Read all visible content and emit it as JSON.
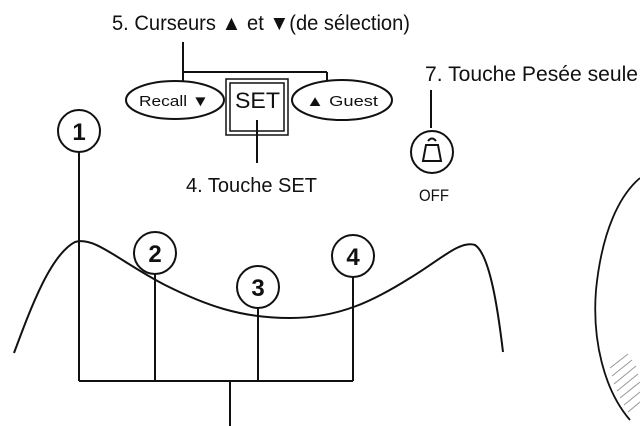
{
  "labels": {
    "cursors": "5. Curseurs ▲ et ▼(de sélection)",
    "touch_set": "4. Touche SET",
    "weigh_only": "7. Touche Pesée seule",
    "off": "OFF"
  },
  "buttons": {
    "recall": "Recall ▼",
    "set": "SET",
    "guest": "▲ Guest"
  },
  "user_keys": [
    "1",
    "2",
    "3",
    "4"
  ],
  "icons": {
    "weight_only": "weight-icon",
    "arrow_up": "triangle-up-icon",
    "arrow_down": "triangle-down-icon"
  }
}
